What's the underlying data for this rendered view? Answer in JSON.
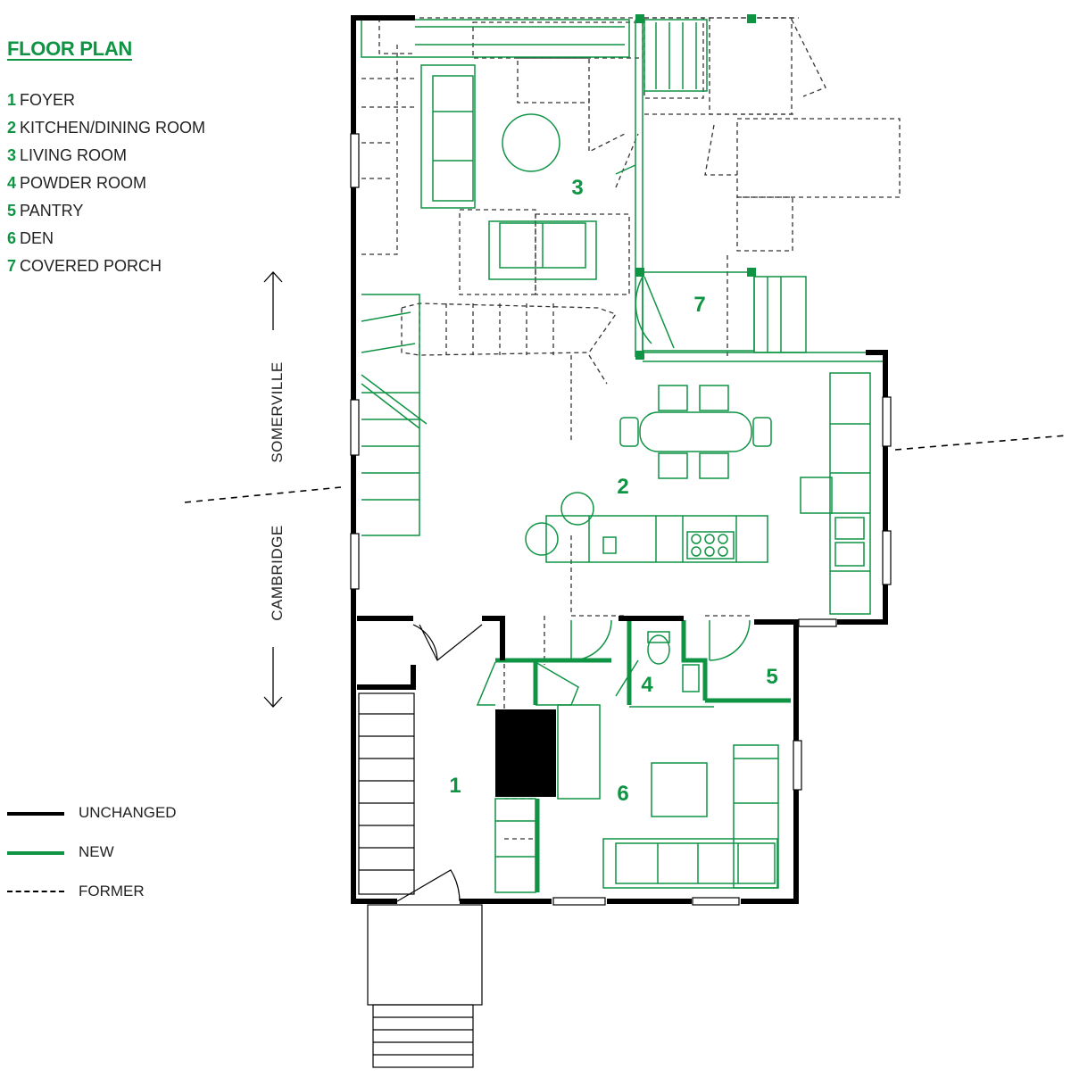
{
  "title": "FLOOR PLAN",
  "rooms": [
    {
      "num": "1",
      "label": "FOYER"
    },
    {
      "num": "2",
      "label": "KITCHEN/DINING ROOM"
    },
    {
      "num": "3",
      "label": "LIVING ROOM"
    },
    {
      "num": "4",
      "label": "POWDER ROOM"
    },
    {
      "num": "5",
      "label": "PANTRY"
    },
    {
      "num": "6",
      "label": "DEN"
    },
    {
      "num": "7",
      "label": "COVERED PORCH"
    }
  ],
  "legend": [
    {
      "label": "UNCHANGED",
      "style": "solid",
      "color": "#000000"
    },
    {
      "label": "NEW",
      "style": "solid",
      "color": "#0f9444"
    },
    {
      "label": "FORMER",
      "style": "dashed",
      "color": "#000000"
    }
  ],
  "towns": {
    "north": "SOMERVILLE",
    "south": "CAMBRIDGE"
  },
  "colors": {
    "accent": "#0f9444",
    "wall": "#000000"
  }
}
